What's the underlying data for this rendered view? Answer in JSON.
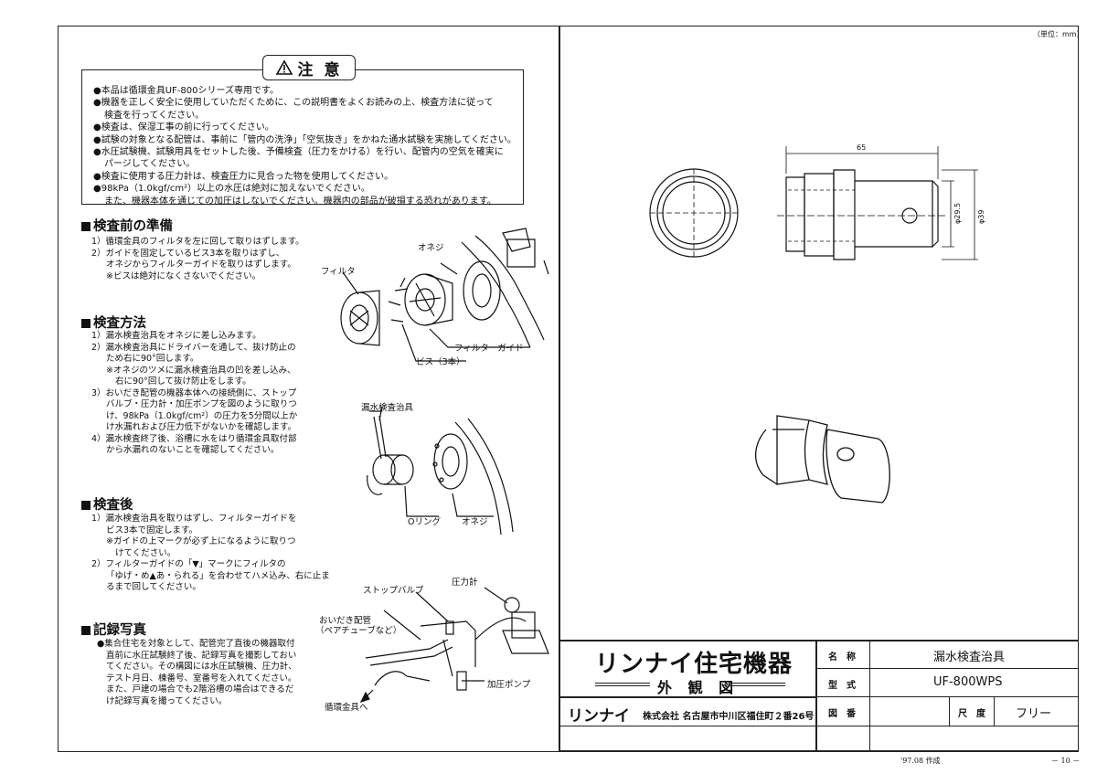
{
  "unit_note": "（単位：mm）",
  "caution": {
    "title": "注 意",
    "lines": [
      "●本品は循環金具UF-800シリーズ専用です。",
      "●機器を正しく安全に使用していただくために、この説明書をよくお読みの上、検査方法に従って",
      "検査を行ってください。",
      "●検査は、保湿工事の前に行ってください。",
      "●試験の対象となる配管は、事前に「管内の洗浄」「空気抜き」をかねた通水試験を実施してください。",
      "●水圧試験機、試験用具をセットした後、予備検査（圧力をかける）を行い、配管内の空気を確実に",
      "パージしてください。",
      "●検査に使用する圧力計は、検査圧力に見合った物を使用してください。",
      "●98kPa（1.0kgf/cm²）以上の水圧は絶対に加えないでください。",
      "また、機器本体を通じての加圧はしないでください。機器内の部品が破損する恐れがあります。"
    ]
  },
  "sections": {
    "prep": {
      "heading": "検査前の準備",
      "lines": [
        "1）循環金具のフィルタを左に回して取りはずします。",
        "2）ガイドを固定しているビス3本を取りはずし、",
        "オネジからフィルターガイドを取りはずします。",
        "※ビスは絶対になくさないでください。"
      ]
    },
    "method": {
      "heading": "検査方法",
      "lines": [
        "1）漏水検査治具をオネジに差し込みます。",
        "2）漏水検査治具にドライバーを通して、抜け防止の",
        "ため右に90°回します。",
        "※オネジのツメに漏水検査治具の凹を差し込み、",
        "右に90°回して抜け防止をします。",
        "3）おいだき配管の機器本体への接続側に、ストップ",
        "バルブ・圧力計・加圧ポンプを図のように取りつ",
        "け、98kPa（1.0kgf/cm²）の圧力を5分間以上か",
        "け水漏れおよび圧力低下がないかを確認します。",
        "4）漏水検査終了後、浴槽に水をはり循環金具取付部",
        "から水漏れのないことを確認してください。"
      ]
    },
    "after": {
      "heading": "検査後",
      "lines": [
        "1）漏水検査治具を取りはずし、フィルターガイドを",
        "ビス3本で固定します。",
        "※ガイドの上マークが必ず上になるように取りつ",
        "けてください。",
        "2）フィルターガイドの「▼」マークにフィルタの",
        "「ゆげ・め▲あ・られる」を合わせてハメ込み、右に止ま",
        "るまで回してください。"
      ]
    },
    "photo": {
      "heading": "記録写真",
      "lines": [
        "●集合住宅を対象として、配管完了直後の機器取付",
        "直前に水圧試験終了後、記録写真を撮影しておい",
        "てください。その構図には水圧試験機、圧力計、",
        "テスト月日、棟番号、室番号を入れてください。",
        "また、戸建の場合でも2階浴槽の場合はできるだ",
        "け記録写真を撮ってください。"
      ]
    }
  },
  "labels": {
    "oneji1": "オネジ",
    "filter": "フィルタ",
    "filter_guide": "フィルターガイド",
    "screws": "ビス（3本）",
    "jig": "漏水検査治具",
    "oring": "Oリング",
    "oneji2": "オネジ",
    "stop_valve": "ストップバルブ",
    "gauge": "圧力計",
    "oidaki": "おいだき配管",
    "pair_tube": "（ペアチューブなど）",
    "pump": "加圧ポンプ",
    "fitting": "循環金具へ"
  },
  "dims": {
    "length": "65",
    "d1": "φ29.5",
    "d2": "φ39"
  },
  "title_block": {
    "logo": "リンナイ住宅機器",
    "view": "外 観 図",
    "company_logo": "リンナイ",
    "company": "株式会社 名古屋市中川区福住町２番26号",
    "name_label": "名　称",
    "name_value": "漏水検査治具",
    "model_label": "型　式",
    "model_value": "UF-800WPS",
    "drawing_label": "図　番",
    "scale_label": "尺　度",
    "scale_value": "フリー"
  },
  "footer": {
    "date": "'97.08 作成",
    "page": "－ 10 －"
  }
}
